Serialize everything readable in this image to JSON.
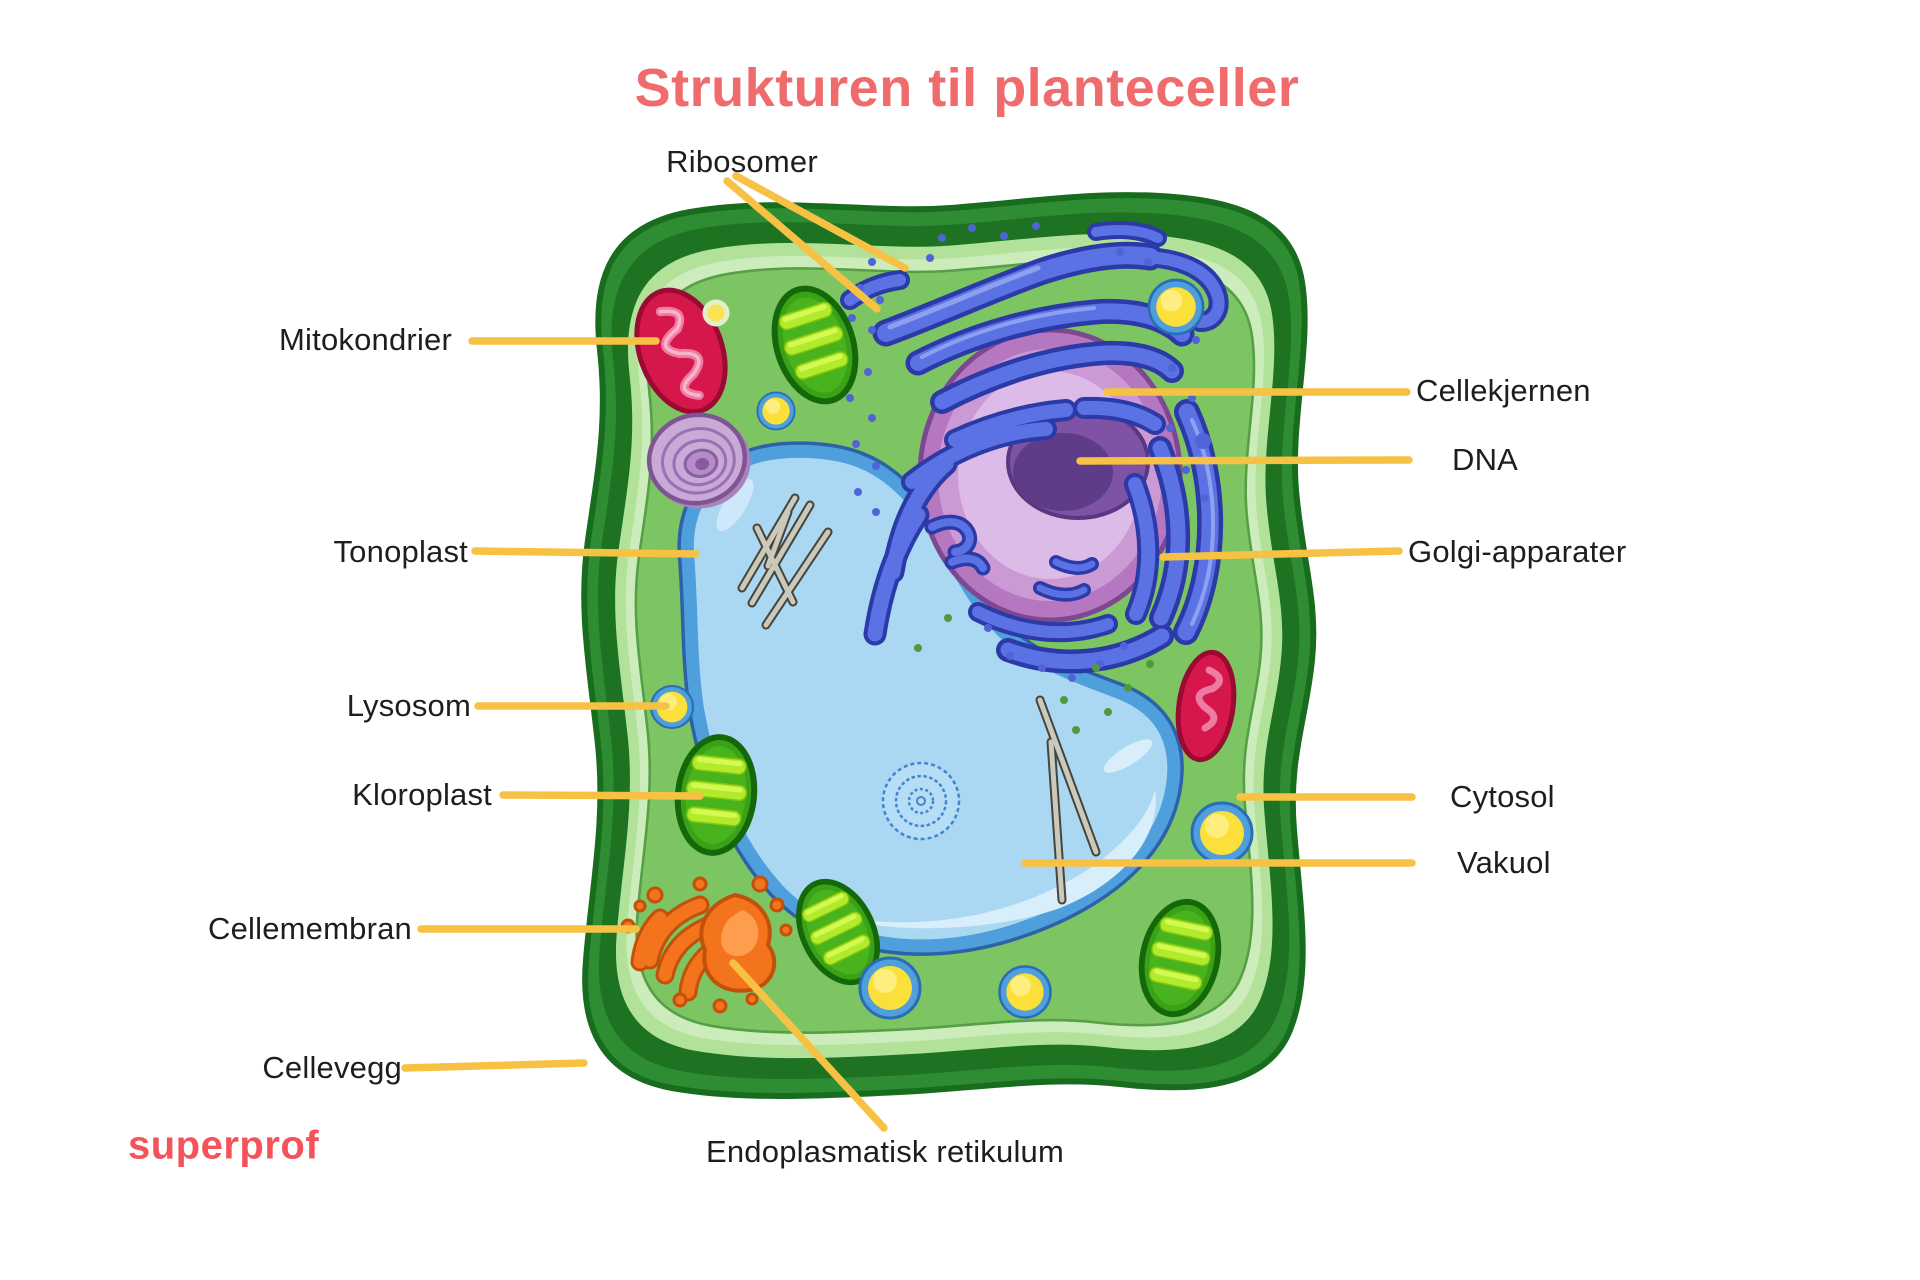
{
  "title": {
    "text": "Strukturen til planteceller"
  },
  "logo": {
    "text": "superprof"
  },
  "labels": {
    "ribosomer": "Ribosomer",
    "mitokondrier": "Mitokondrier",
    "tonoplast": "Tonoplast",
    "lysosom": "Lysosom",
    "kloroplast": "Kloroplast",
    "cellemembran": "Cellemembran",
    "cellevegg": "Cellevegg",
    "endoplasmatisk_retikulum": "Endoplasmatisk retikulum",
    "cellekjernen": "Cellekjernen",
    "dna": "DNA",
    "golgi_apparater": "Golgi-apparater",
    "cytosol": "Cytosol",
    "vakuol": "Vakuol"
  },
  "colors": {
    "title": "#f06c6c",
    "logo": "#f4535b",
    "label_text": "#1e1e1e",
    "leader_line": "#f7c144",
    "cell_wall_outer": "#2e8d32",
    "cell_wall_inner": "#1d7322",
    "cell_membrane": "#b2e29a",
    "cell_membrane_inner": "#ccedbb",
    "cytoplasm": "#7dc462",
    "vacuole_fill": "#aad8f3",
    "vacuole_ring": "#4f9fdd",
    "nucleus_outer": "#b677c1",
    "nucleus_mid": "#cb9ad4",
    "nucleus_inner": "#ddbbe8",
    "nucleolus": "#7e52a5",
    "er_golgi_blue": "#5a72e4",
    "mitochondria_red": "#d6174b",
    "chloroplast_green": "#3aa216",
    "chloroplast_stripe": "#b2ea2c",
    "lysosome_ring": "#4f9fdd",
    "lysosome_yellow": "#fbdf3b",
    "smooth_er_orange": "#f4731d",
    "spiral_organelle": "#c9a9d6"
  }
}
